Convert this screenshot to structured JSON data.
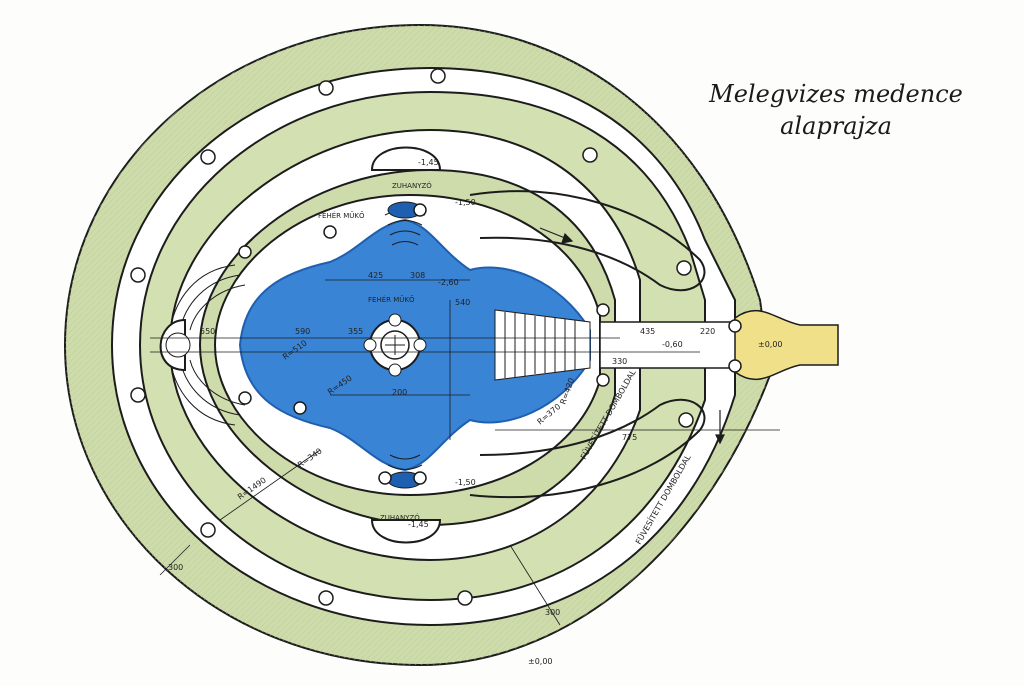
{
  "title": {
    "line1": "Melegvizes medence",
    "line2": "alaprajza"
  },
  "labels": {
    "zuhanyzo_top": "ZUHANYZÓ",
    "zuhanyzo_bottom": "ZUHANYZÓ",
    "feher_muko_1": "FEHÉR MŰKŐ",
    "feher_muko_2": "FEHÉR MŰKŐ",
    "fuvesitett_1": "FÜVESÍTETT DOMBOLDAL",
    "fuvesitett_2": "FÜVESÍTETT DOMBOLDAL"
  },
  "levels": {
    "top_shower": "-1,45",
    "left_top": "-1,50",
    "bottom_shower": "-1,45",
    "bottom_left": "-1,50",
    "entrance": "±0,00",
    "mid_right": "-0,60",
    "bottom": "±0,00",
    "pool_top": "-2,60"
  },
  "dims": {
    "d550a": "550",
    "d590": "590",
    "d355": "355",
    "d425": "425",
    "d308": "308",
    "d540": "540",
    "d435": "435",
    "d220": "220",
    "d330": "330",
    "d775": "775",
    "d300a": "300",
    "d300b": "300",
    "d200": "200",
    "r450": "R=450",
    "r510": "R=510",
    "r1490": "R=1490",
    "r340": "R=340",
    "r420": "R=420",
    "r370": "R=370"
  },
  "colors": {
    "grass": "#cddcaa",
    "grass_light": "#dfe8c4",
    "water": "#3a84d6",
    "water_dark": "#1f5fb0",
    "path": "#ffffff",
    "entrance": "#f1e08a",
    "ink": "#1c1c1c"
  }
}
